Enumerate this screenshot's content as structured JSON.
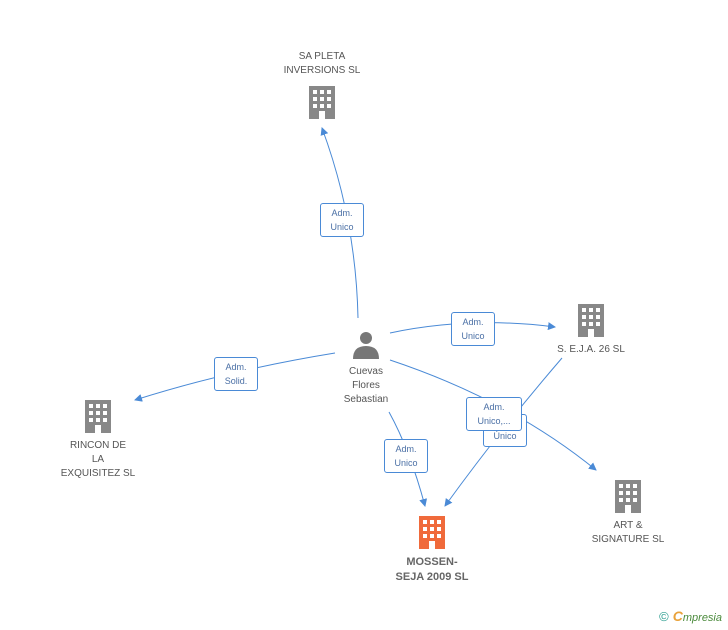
{
  "colors": {
    "edge": "#4a8ad6",
    "company_icon": "#888888",
    "main_company_icon": "#f06a3b",
    "person_icon": "#777777"
  },
  "nodes": {
    "person": {
      "lines": [
        "Cuevas",
        "Flores",
        "Sebastian"
      ],
      "icon": "person-icon"
    },
    "sa_pleta": {
      "lines": [
        "SA PLETA",
        "INVERSIONS SL"
      ],
      "icon": "building-icon"
    },
    "seja26": {
      "lines": [
        "S. E.J.A. 26 SL"
      ],
      "icon": "building-icon"
    },
    "rincon": {
      "lines": [
        "RINCON DE",
        "LA",
        "EXQUISITEZ SL"
      ],
      "icon": "building-icon"
    },
    "mossen": {
      "lines": [
        "MOSSEN-",
        "SEJA 2009 SL"
      ],
      "icon": "building-icon"
    },
    "art": {
      "lines": [
        "ART &",
        "SIGNATURE SL"
      ],
      "icon": "building-icon"
    }
  },
  "edge_labels": {
    "to_sa_pleta": [
      "Adm.",
      "Unico"
    ],
    "to_seja26": [
      "Adm.",
      "Unico"
    ],
    "to_rincon": [
      "Adm.",
      "Solid."
    ],
    "to_mossen": [
      "Adm.",
      "Unico"
    ],
    "to_art": [
      "Adm.",
      "Unico,..."
    ],
    "seja_to_mossen": [
      "Único"
    ]
  },
  "brand": {
    "copyright": "©",
    "e": "C",
    "rest": "mpresia"
  }
}
